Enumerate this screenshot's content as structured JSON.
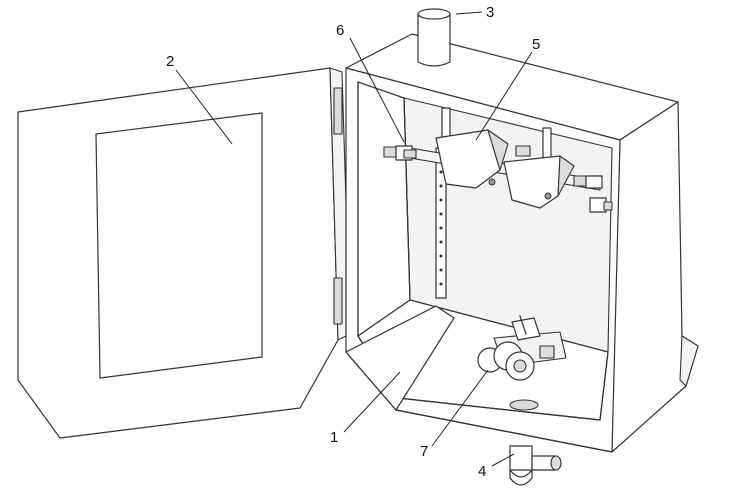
{
  "labels": {
    "door": "2",
    "pipe_top": "3",
    "clamp": "5",
    "bolt": "6",
    "cabinet": "1",
    "roller": "7",
    "drain": "4"
  }
}
